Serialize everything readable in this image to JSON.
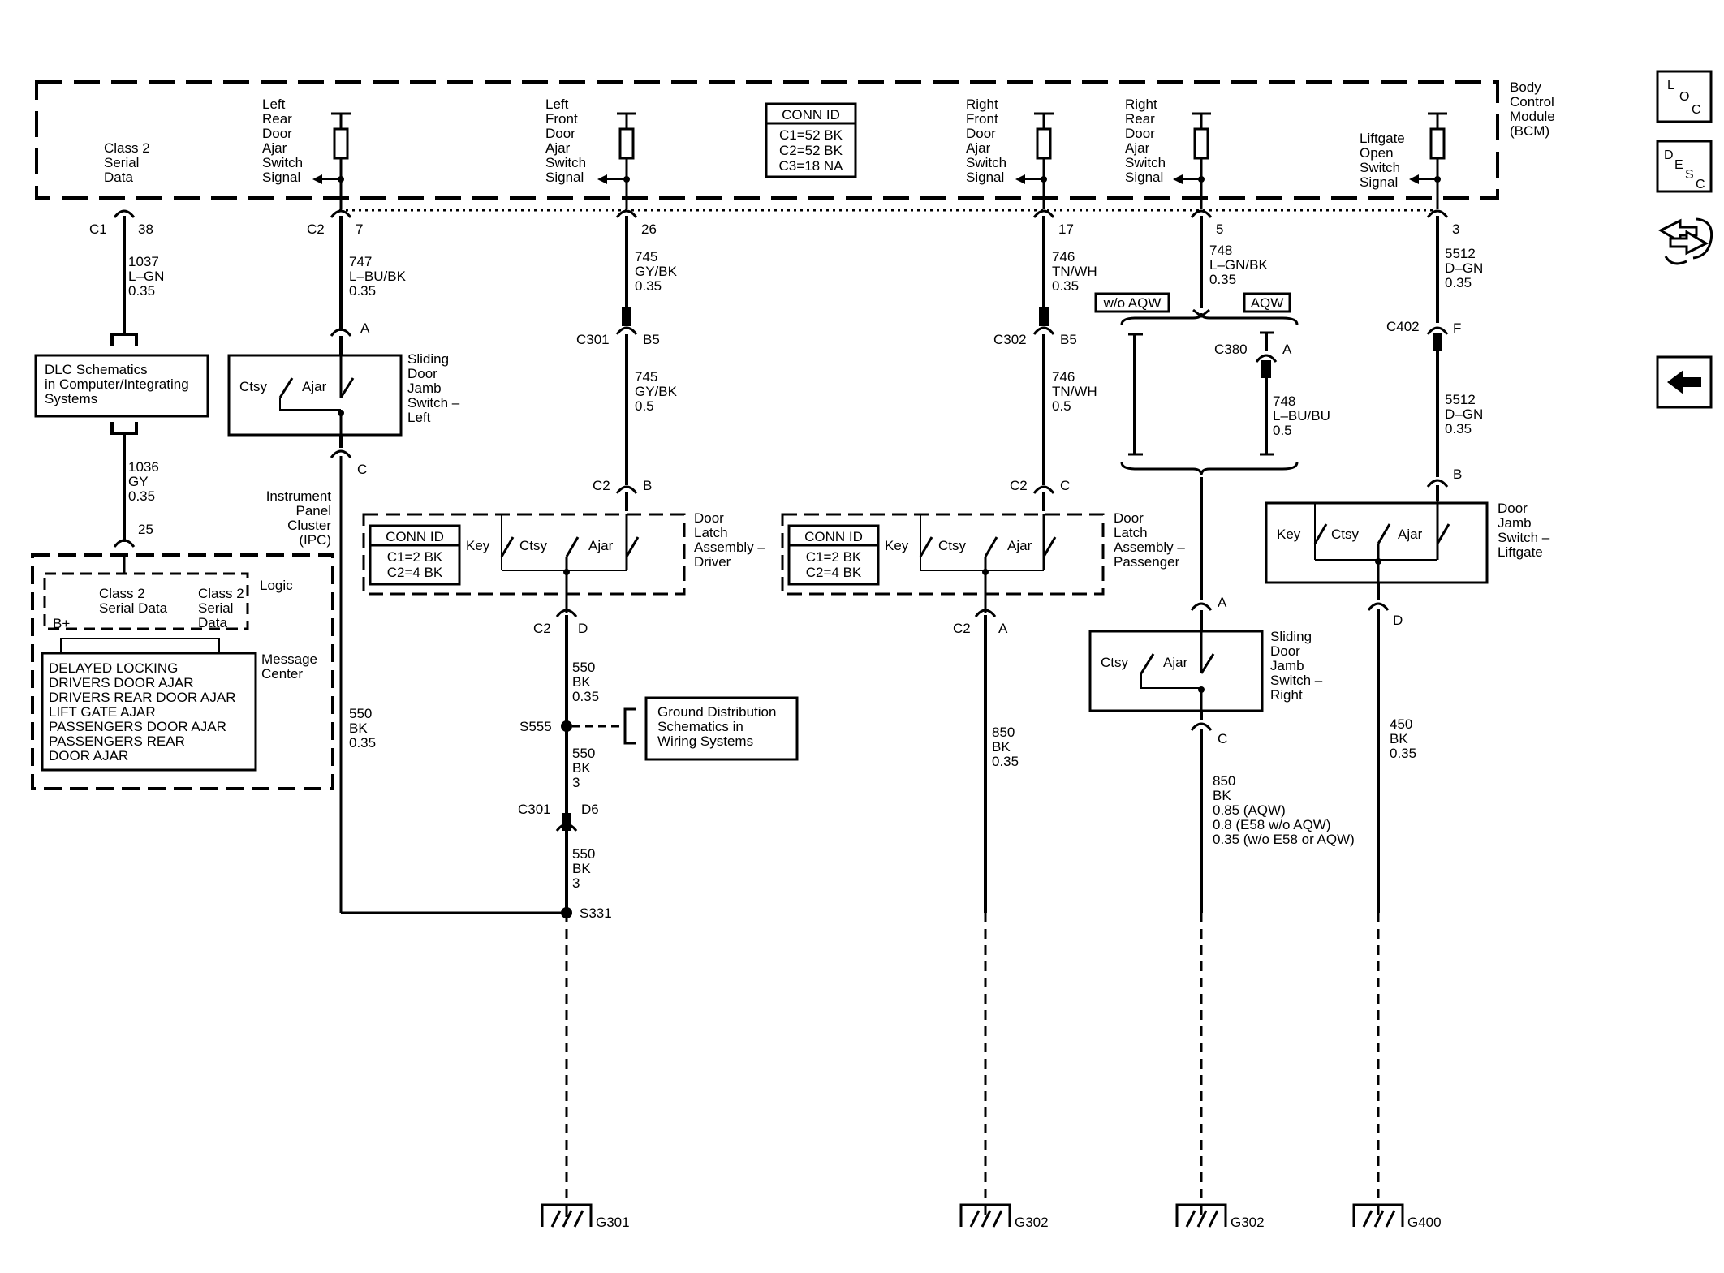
{
  "bcm": {
    "title": [
      "Body",
      "Control",
      "Module",
      "(BCM)"
    ]
  },
  "conn_id_bcm": {
    "title": "CONN ID",
    "rows": [
      "C1=52 BK",
      "C2=52 BK",
      "C3=18 NA"
    ]
  },
  "signals": {
    "class2": [
      "Class 2",
      "Serial",
      "Data"
    ],
    "lr_door": [
      "Left",
      "Rear",
      "Door",
      "Ajar",
      "Switch",
      "Signal"
    ],
    "lf_door": [
      "Left",
      "Front",
      "Door",
      "Ajar",
      "Switch",
      "Signal"
    ],
    "rf_door": [
      "Right",
      "Front",
      "Door",
      "Ajar",
      "Switch",
      "Signal"
    ],
    "rr_door": [
      "Right",
      "Rear",
      "Door",
      "Ajar",
      "Switch",
      "Signal"
    ],
    "liftgate": [
      "Liftgate",
      "Open",
      "Switch",
      "Signal"
    ]
  },
  "connectors": {
    "c1": "C1",
    "c1_pin": "38",
    "c2_a": "C2",
    "c2_a_pin": "7",
    "c2_b_pin": "26",
    "c2_c_pin": "17",
    "c2_d_pin": "5",
    "c2_e_pin": "3",
    "c301": "C301",
    "b5": "B5",
    "c302": "C302",
    "c380": "C380",
    "c402": "C402",
    "c2": "C2",
    "pin_a": "A",
    "pin_b": "B",
    "pin_c": "C",
    "pin_d": "D",
    "pin_f": "F",
    "d6": "D6",
    "pin_25": "25"
  },
  "wires": {
    "w1037": [
      "1037",
      "L–GN",
      "0.35"
    ],
    "w747": [
      "747",
      "L–BU/BK",
      "0.35"
    ],
    "w745a": [
      "745",
      "GY/BK",
      "0.35"
    ],
    "w745b": [
      "745",
      "GY/BK",
      "0.5"
    ],
    "w746a": [
      "746",
      "TN/WH",
      "0.35"
    ],
    "w746b": [
      "746",
      "TN/WH",
      "0.5"
    ],
    "w748a": [
      "748",
      "L–GN/BK",
      "0.35"
    ],
    "w748b": [
      "748",
      "L–BU/BU",
      "0.5"
    ],
    "w5512a": [
      "5512",
      "D–GN",
      "0.35"
    ],
    "w5512b": [
      "5512",
      "D–GN",
      "0.35"
    ],
    "w1036": [
      "1036",
      "GY",
      "0.35"
    ],
    "w550a": [
      "550",
      "BK",
      "0.35"
    ],
    "w550b": [
      "550",
      "BK",
      "3"
    ],
    "w550c": [
      "550",
      "BK",
      "3"
    ],
    "w550ipc": [
      "550",
      "BK",
      "0.35"
    ],
    "w850a": [
      "850",
      "BK",
      "0.35"
    ],
    "w850b": [
      "850",
      "BK",
      "0.85 (AQW)",
      "0.8 (E58 w/o AQW)",
      "0.35 (w/o E58 or AQW)"
    ],
    "w450": [
      "450",
      "BK",
      "0.35"
    ]
  },
  "options": {
    "wo_aqw": "w/o AQW",
    "aqw": "AQW"
  },
  "dlc": {
    "lines": [
      "DLC Schematics",
      "in Computer/Integrating",
      "Systems"
    ]
  },
  "sliding_left": {
    "ctsy": "Ctsy",
    "ajar": "Ajar",
    "label": [
      "Sliding",
      "Door",
      "Jamb",
      "Switch –",
      "Left"
    ]
  },
  "sliding_right": {
    "ctsy": "Ctsy",
    "ajar": "Ajar",
    "label": [
      "Sliding",
      "Door",
      "Jamb",
      "Switch –",
      "Right"
    ]
  },
  "latch_driver": {
    "conn_title": "CONN ID",
    "conn_rows": [
      "C1=2 BK",
      "C2=4 BK"
    ],
    "key": "Key",
    "ctsy": "Ctsy",
    "ajar": "Ajar",
    "label": [
      "Door",
      "Latch",
      "Assembly –",
      "Driver"
    ]
  },
  "latch_passenger": {
    "conn_title": "CONN ID",
    "conn_rows": [
      "C1=2 BK",
      "C2=4 BK"
    ],
    "key": "Key",
    "ctsy": "Ctsy",
    "ajar": "Ajar",
    "label": [
      "Door",
      "Latch",
      "Assembly –",
      "Passenger"
    ]
  },
  "liftgate_switch": {
    "key": "Key",
    "ctsy": "Ctsy",
    "ajar": "Ajar",
    "label": [
      "Door",
      "Jamb",
      "Switch –",
      "Liftgate"
    ]
  },
  "ipc": {
    "label": [
      "Instrument",
      "Panel",
      "Cluster",
      "(IPC)"
    ],
    "logic": "Logic",
    "serial_a": [
      "Class 2",
      "Serial Data"
    ],
    "serial_b": [
      "Class 2",
      "Serial",
      "Data"
    ],
    "bplus": "B+",
    "message_center": [
      "Message",
      "Center"
    ],
    "messages": [
      "DELAYED LOCKING",
      "DRIVERS DOOR AJAR",
      "DRIVERS REAR DOOR AJAR",
      "LIFT GATE AJAR",
      "PASSENGERS DOOR AJAR",
      "PASSENGERS REAR",
      "DOOR AJAR"
    ]
  },
  "splices": {
    "s555": "S555",
    "s331": "S331"
  },
  "ground_dist": {
    "lines": [
      "Ground Distribution",
      "Schematics in",
      "Wiring Systems"
    ]
  },
  "grounds": {
    "g301": "G301",
    "g302a": "G302",
    "g302b": "G302",
    "g400": "G400"
  },
  "nav": {
    "loc": [
      "L",
      "O",
      "C"
    ],
    "desc": [
      "D",
      "E",
      "S",
      "C"
    ]
  }
}
